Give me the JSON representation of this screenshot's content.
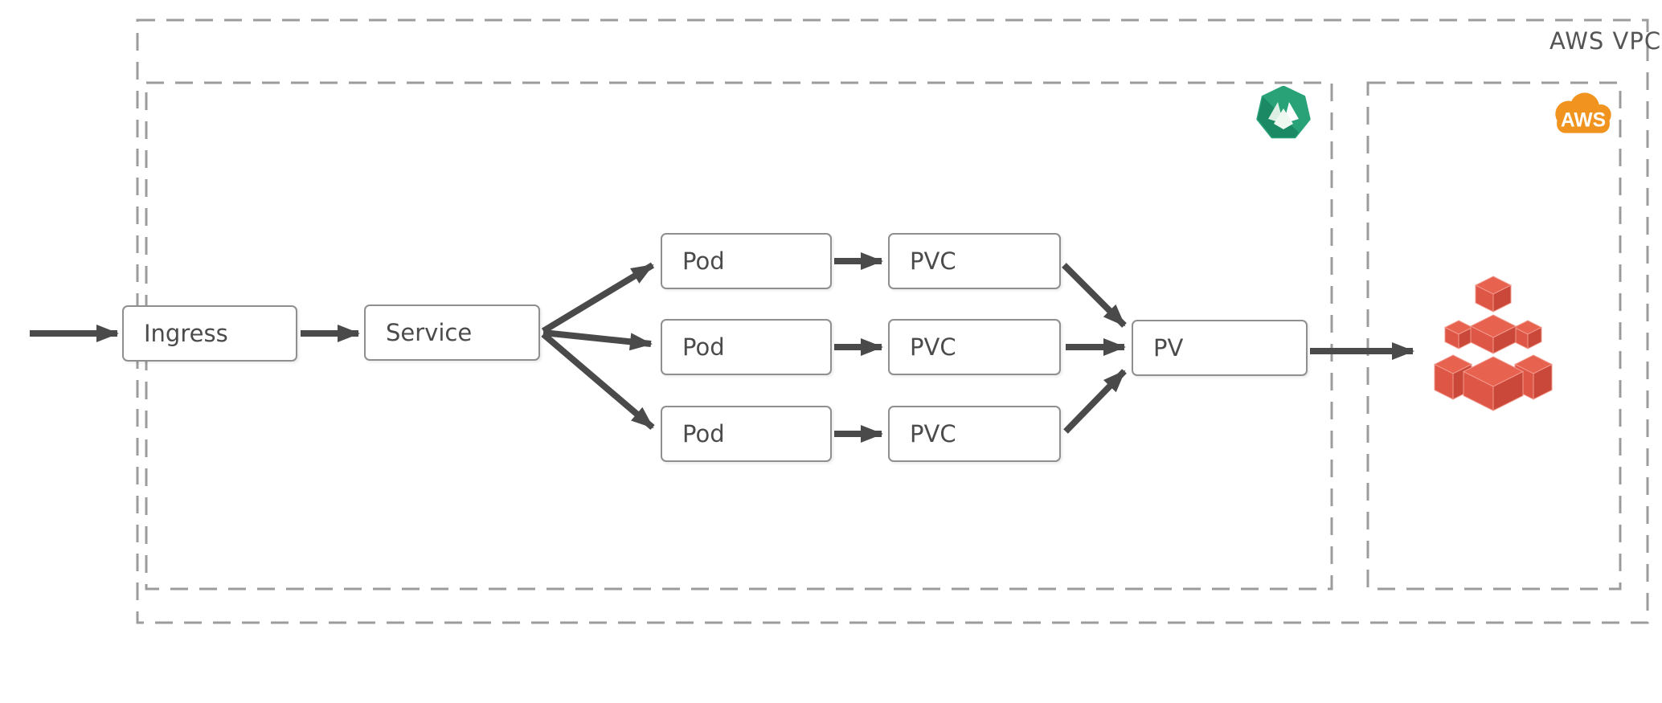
{
  "regions": {
    "vpc": {
      "label": "AWS VPC"
    },
    "kubernetes_cluster": {
      "icon": "kubernetes-icon"
    },
    "aws_services": {
      "icon": "aws-cloud-icon",
      "cloud_text": "AWS"
    }
  },
  "nodes": {
    "ingress": {
      "label": "Ingress"
    },
    "service": {
      "label": "Service"
    },
    "pods": [
      {
        "label": "Pod"
      },
      {
        "label": "Pod"
      },
      {
        "label": "Pod"
      }
    ],
    "pvcs": [
      {
        "label": "PVC"
      },
      {
        "label": "PVC"
      },
      {
        "label": "PVC"
      }
    ],
    "pv": {
      "label": "PV"
    },
    "storage": {
      "icon": "aws-storage-cubes-icon"
    }
  },
  "colors": {
    "arrow": "#4a4a4a",
    "box_border": "#8f8f8f",
    "dashed_border": "#9c9c9c",
    "label_text": "#4b4b4b",
    "kubernetes_green": "#28a276",
    "kubernetes_green_dark": "#1b8a64",
    "aws_orange": "#f0941f",
    "storage_red": "#de5646"
  }
}
